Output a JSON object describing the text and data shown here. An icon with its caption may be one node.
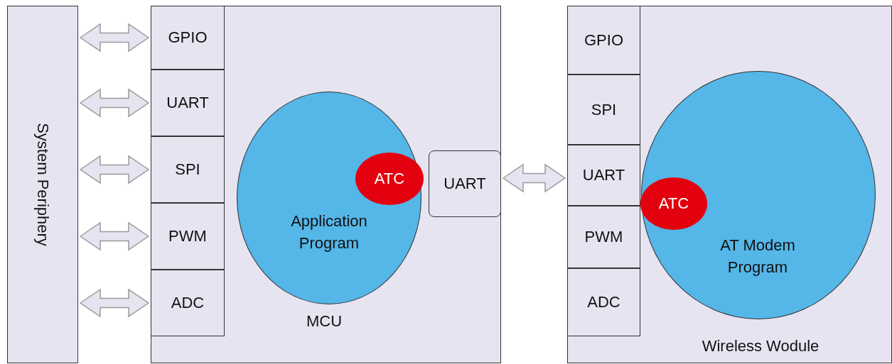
{
  "diagram": {
    "nodes": [
      {
        "text": [
          "System Periphery"
        ]
      },
      {
        "text": [
          "MCU"
        ]
      },
      {
        "text": [
          "GPIO"
        ],
        "in": 1
      },
      {
        "text": [
          "UART"
        ],
        "in": 1
      },
      {
        "text": [
          "SPI"
        ],
        "in": 1
      },
      {
        "text": [
          "PWM"
        ],
        "in": 1
      },
      {
        "text": [
          "ADC"
        ],
        "in": 1
      },
      {
        "text": [
          "Application Program"
        ],
        "in": 1
      },
      {
        "text": [
          "ATC"
        ],
        "in": 7
      },
      {
        "text": [
          "UART"
        ],
        "in": 1
      },
      {
        "text": [
          "Wireless Wodule"
        ]
      },
      {
        "text": [
          "GPIO"
        ],
        "in": 10
      },
      {
        "text": [
          "SPI"
        ],
        "in": 10
      },
      {
        "text": [
          "UART"
        ],
        "in": 10
      },
      {
        "text": [
          "PWM"
        ],
        "in": 10
      },
      {
        "text": [
          "ADC"
        ],
        "in": 10
      },
      {
        "text": [
          "AT Modem Program"
        ],
        "in": 10
      },
      {
        "text": [
          "ATC"
        ],
        "in": 16
      }
    ],
    "edges": [
      {
        "from": 0,
        "to": 2,
        "arrow": "both"
      },
      {
        "from": 0,
        "to": 3,
        "arrow": "both"
      },
      {
        "from": 0,
        "to": 4,
        "arrow": "both"
      },
      {
        "from": 0,
        "to": 5,
        "arrow": "both"
      },
      {
        "from": 0,
        "to": 6,
        "arrow": "both"
      },
      {
        "from": 9,
        "to": 13,
        "arrow": "both"
      }
    ]
  }
}
